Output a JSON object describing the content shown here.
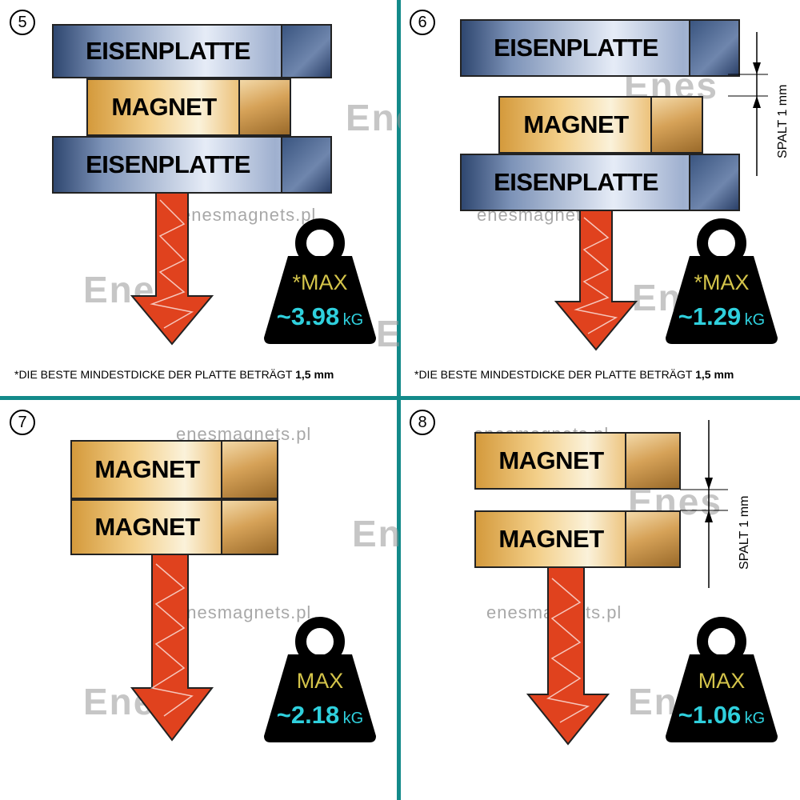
{
  "watermark": {
    "url": "enesmagnets.pl",
    "logo": "Enes"
  },
  "colors": {
    "divider": "#138a8a",
    "max_label": "#d4c44a",
    "value": "#2fd0dd",
    "arrow": "#e0421e",
    "weight": "#000000"
  },
  "panels": [
    {
      "number": "5",
      "layers": [
        "EISENPLATTE",
        "MAGNET",
        "EISENPLATTE"
      ],
      "max_label": "*MAX",
      "value": "~3.98",
      "unit": "kG",
      "note": "*DIE BESTE MINDESTDICKE DER PLATTE BETRÄGT ",
      "note_bold": "1,5 mm"
    },
    {
      "number": "6",
      "layers": [
        "EISENPLATTE",
        "MAGNET",
        "EISENPLATTE"
      ],
      "max_label": "*MAX",
      "value": "~1.29",
      "unit": "kG",
      "gap": "SPALT 1 mm",
      "note": "*DIE BESTE MINDESTDICKE DER PLATTE BETRÄGT ",
      "note_bold": "1,5 mm"
    },
    {
      "number": "7",
      "layers": [
        "MAGNET",
        "MAGNET"
      ],
      "max_label": "MAX",
      "value": "~2.18",
      "unit": "kG"
    },
    {
      "number": "8",
      "layers": [
        "MAGNET",
        "MAGNET"
      ],
      "max_label": "MAX",
      "value": "~1.06",
      "unit": "kG",
      "gap": "SPALT 1 mm"
    }
  ]
}
